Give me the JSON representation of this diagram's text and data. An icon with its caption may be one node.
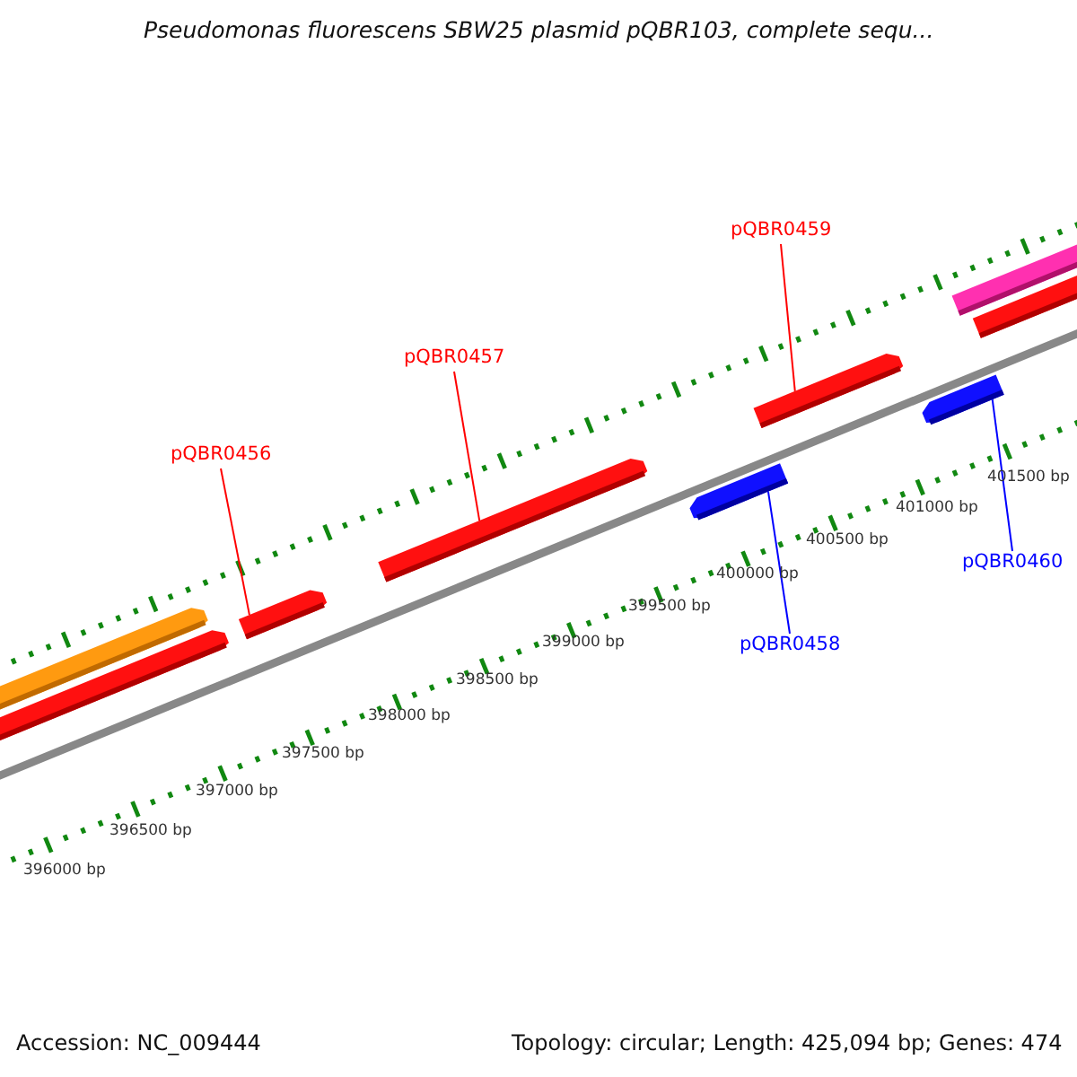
{
  "diagram": {
    "title": "Pseudomonas fluorescens SBW25 plasmid pQBR103, complete sequ...",
    "nodes": [
      {
        "text": [
          "pQBR0456"
        ]
      },
      {
        "text": [],
        "shape": "arrow"
      },
      {
        "text": [
          "pQBR0457"
        ]
      },
      {
        "text": [],
        "shape": "arrow"
      },
      {
        "text": [
          "pQBR0459"
        ]
      },
      {
        "text": [],
        "shape": "arrow"
      },
      {
        "text": [
          "pQBR0458"
        ]
      },
      {
        "text": [],
        "shape": "arrow"
      },
      {
        "text": [
          "pQBR0460"
        ]
      },
      {
        "text": [],
        "shape": "arrow"
      }
    ],
    "edges": [
      {
        "from": 0,
        "to": 1,
        "arrow": "none"
      },
      {
        "from": 2,
        "to": 3,
        "arrow": "none"
      },
      {
        "from": 4,
        "to": 5,
        "arrow": "none"
      },
      {
        "from": 6,
        "to": 7,
        "arrow": "none",
        "color": "#0000ff"
      },
      {
        "from": 8,
        "to": 9,
        "arrow": "none",
        "color": "#0000ff"
      }
    ],
    "labels": [
      "401500 bp",
      "401000 bp",
      "400500 bp",
      "400000 bp",
      "399500 bp",
      "399000 bp",
      "398500 bp",
      "398000 bp",
      "397500 bp",
      "397000 bp",
      "396500 bp",
      "396000 bp",
      "Accession: NC_009444",
      "Topology: circular; Length: 425,094 bp; Genes: 474"
    ]
  }
}
